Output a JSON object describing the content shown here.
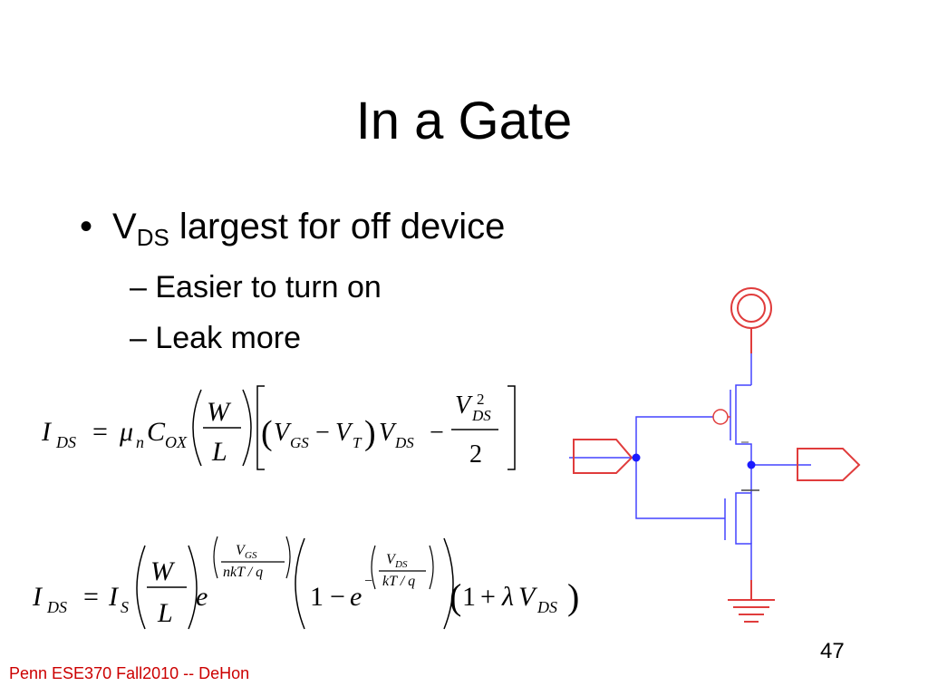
{
  "slide": {
    "title": "In a Gate",
    "bullet": {
      "marker": "•",
      "main": "V",
      "subscript": "DS",
      "rest": " largest for off device"
    },
    "sub_bullets": [
      "– Easier to turn on",
      "– Leak more"
    ],
    "slide_number": "47",
    "footer": "Penn ESE370 Fall2010 -- DeHon"
  },
  "equations": {
    "linear_region": "I_DS = μ_n C_OX (W/L) [ (V_GS − V_T) V_DS − V_DS^2 / 2 ]",
    "subthreshold": "I_DS = I_S (W/L) e^(V_GS / (nkT/q)) (1 − e^(−V_DS / (kT/q))) (1 + λ V_DS)"
  },
  "colors": {
    "wire": "#4444ff",
    "supply": "#e03c3c",
    "node": "#1a1aff",
    "footer": "#cc0000"
  }
}
